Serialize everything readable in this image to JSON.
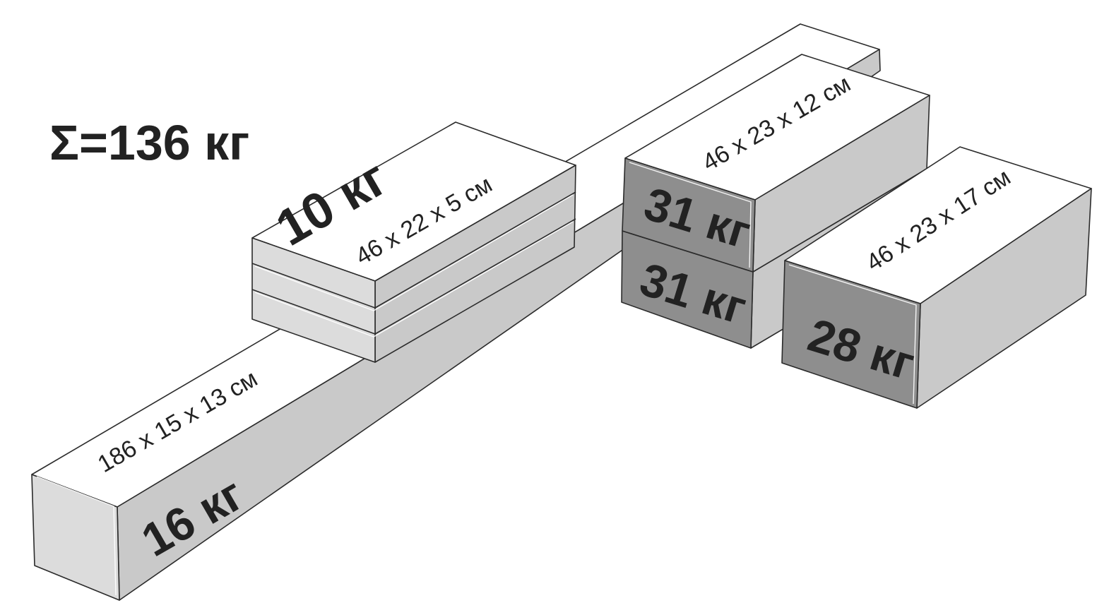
{
  "total_label": "Σ=136 кг",
  "items": [
    {
      "id": "beam",
      "weight": "16 кг",
      "dims": "186 х 15 х 13 см"
    },
    {
      "id": "mats",
      "weight": "10 кг",
      "dims": "46 х 22 х 5 см"
    },
    {
      "id": "box-top",
      "weight": "31 кг",
      "dims": "46 х 23 х 12 см"
    },
    {
      "id": "box-bottom",
      "weight": "31 кг",
      "dims": ""
    },
    {
      "id": "box-right",
      "weight": "28 кг",
      "dims": "46 х 23 х 17 см"
    }
  ]
}
